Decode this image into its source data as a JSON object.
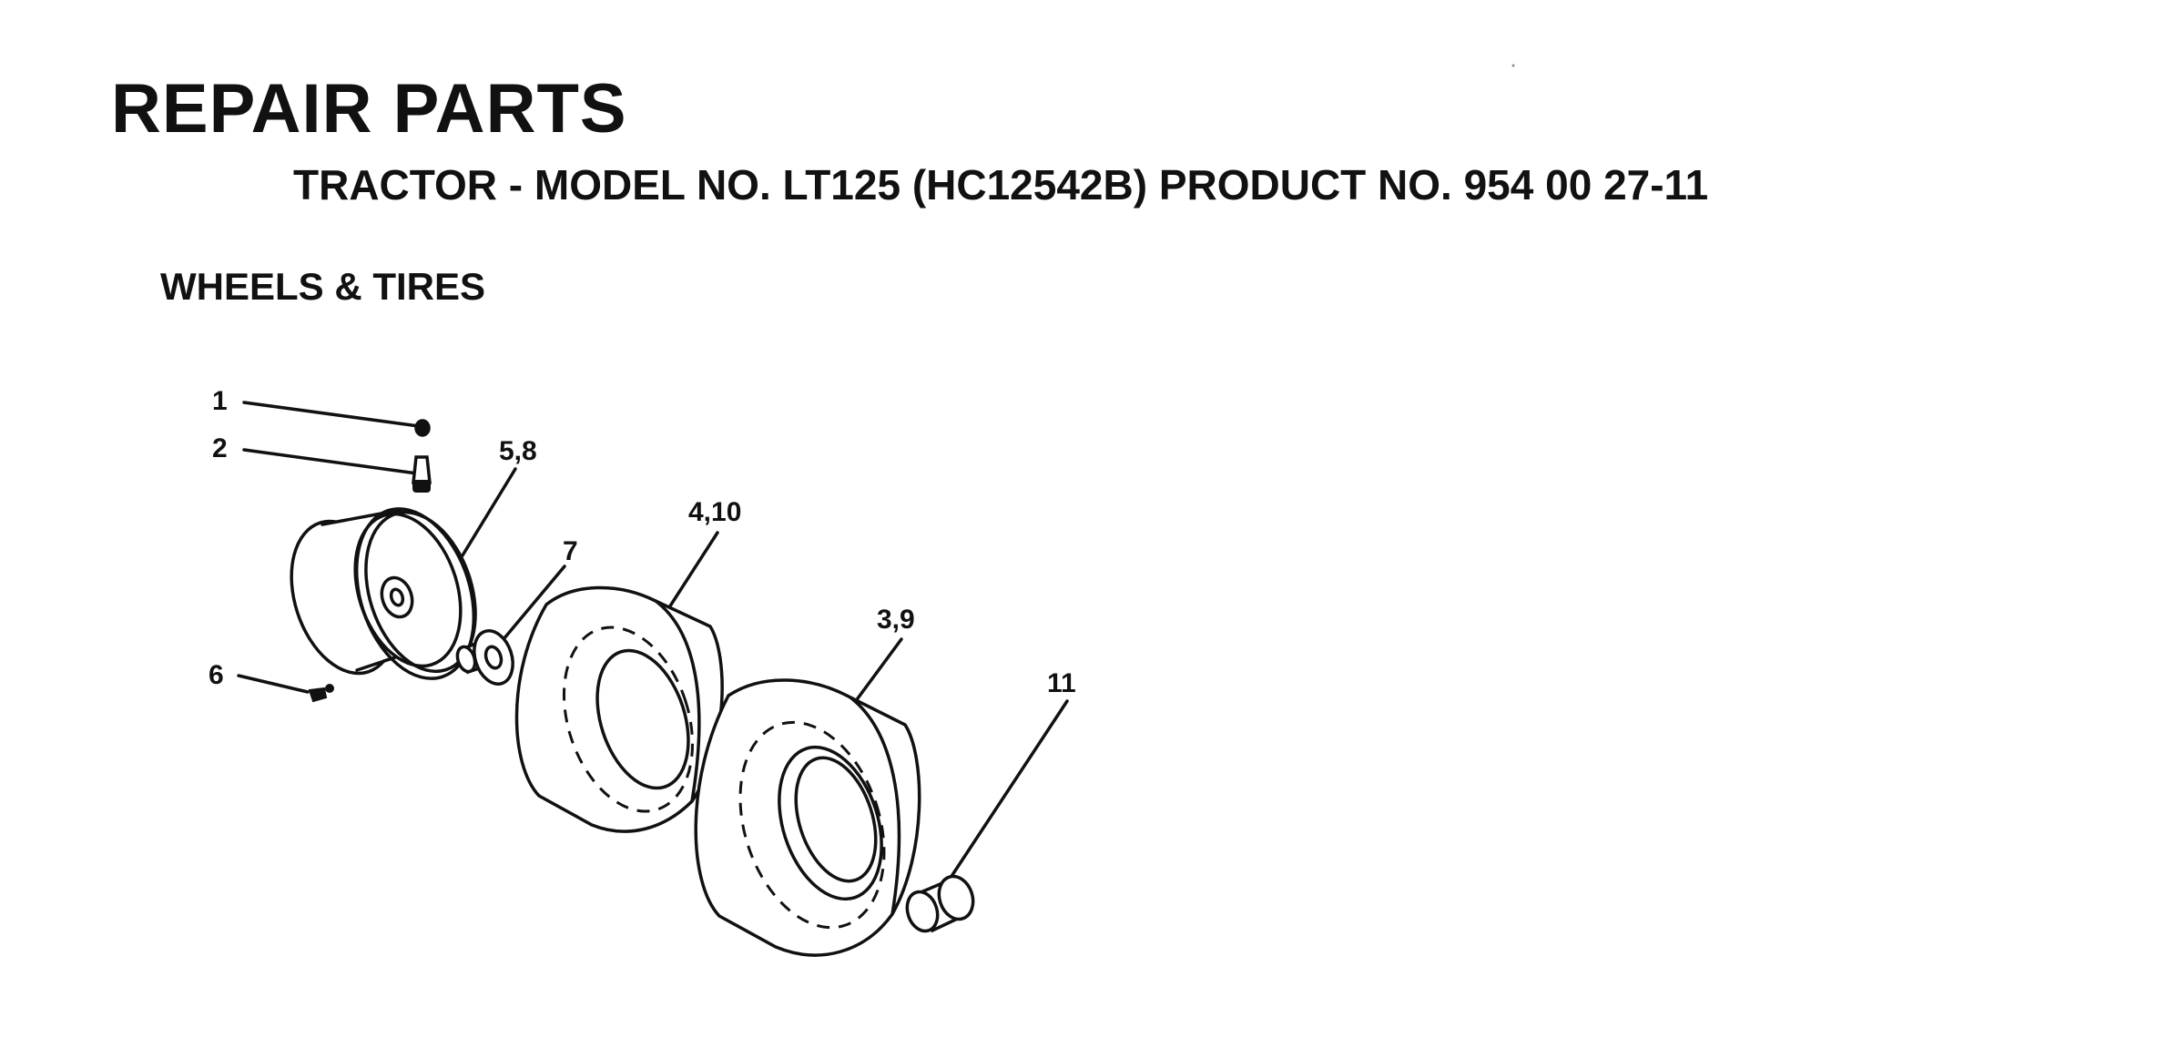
{
  "page": {
    "title": "REPAIR PARTS",
    "subtitle": "TRACTOR - MODEL NO. LT125 (HC12542B) PRODUCT NO. 954 00 27-11",
    "section": "WHEELS & TIRES"
  },
  "diagram": {
    "callouts": {
      "c1": "1",
      "c2": "2",
      "c58": "5,8",
      "c7": "7",
      "c6": "6",
      "c410": "4,10",
      "c39": "3,9",
      "c11": "11"
    }
  }
}
